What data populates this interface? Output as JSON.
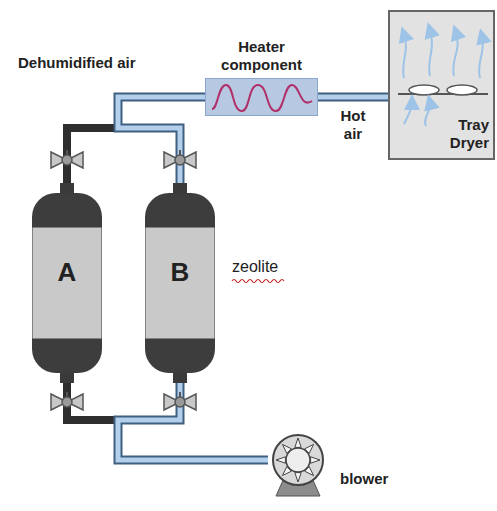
{
  "diagram": {
    "nodes": [
      {
        "text": [
          "Heater component"
        ]
      },
      {
        "text": [
          "Tray Dryer"
        ]
      },
      {
        "text": [
          "A"
        ]
      },
      {
        "text": [
          "B"
        ]
      },
      {
        "text": [
          "blower"
        ]
      }
    ],
    "edges": [
      {
        "from": 4,
        "to": 2,
        "arrow": "none"
      },
      {
        "from": 4,
        "to": 3,
        "arrow": "none"
      },
      {
        "from": 2,
        "to": 0,
        "arrow": "none"
      },
      {
        "from": 3,
        "to": 0,
        "arrow": "none"
      },
      {
        "from": 0,
        "to": 1,
        "label": "Hot air",
        "arrow": "none"
      }
    ],
    "labels": [
      "Dehumidified air",
      "zeolite"
    ]
  }
}
